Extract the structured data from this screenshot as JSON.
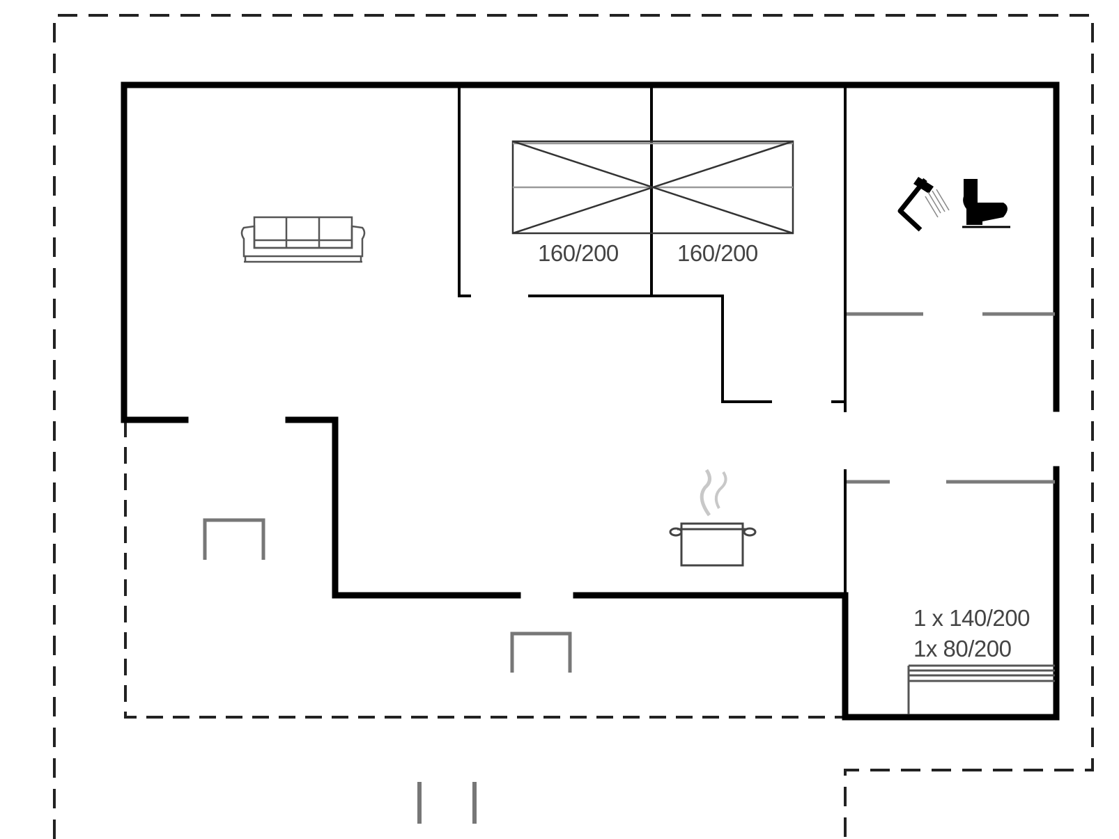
{
  "bedroom_1": {
    "bed_left_label": "160/200",
    "bed_right_label": "160/200"
  },
  "bedroom_2": {
    "bed_line_1": "1 x 140/200",
    "bed_line_2": "1x 80/200"
  },
  "icons": {
    "living": "sofa-icon",
    "kitchen": "cooking-pot-icon",
    "bathroom_shower": "shower-icon",
    "bathroom_toilet": "toilet-icon"
  },
  "colors": {
    "wall": "#000000",
    "light_line": "#7a7a7a",
    "label": "#444444",
    "steam": "#c8c8c8"
  }
}
